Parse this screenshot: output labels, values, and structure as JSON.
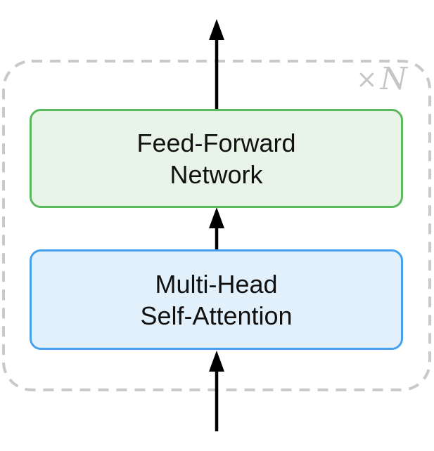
{
  "diagram": {
    "repeat_label": {
      "symbol": "×",
      "variable": "N"
    },
    "blocks": [
      {
        "name": "feed-forward-network",
        "label_line1": "Feed-Forward",
        "label_line2": "Network",
        "fill_color": "#e8f4e8",
        "border_color": "#5cb85c"
      },
      {
        "name": "multi-head-self-attention",
        "label_line1": "Multi-Head",
        "label_line2": "Self-Attention",
        "fill_color": "#e2f0fb",
        "border_color": "#45a1ef"
      }
    ],
    "colors": {
      "background": "#ffffff",
      "dashed_container_border": "#c9c9c9",
      "repeat_label_text": "#c5c5c5",
      "arrow": "#000000",
      "block_text": "#111111"
    }
  }
}
